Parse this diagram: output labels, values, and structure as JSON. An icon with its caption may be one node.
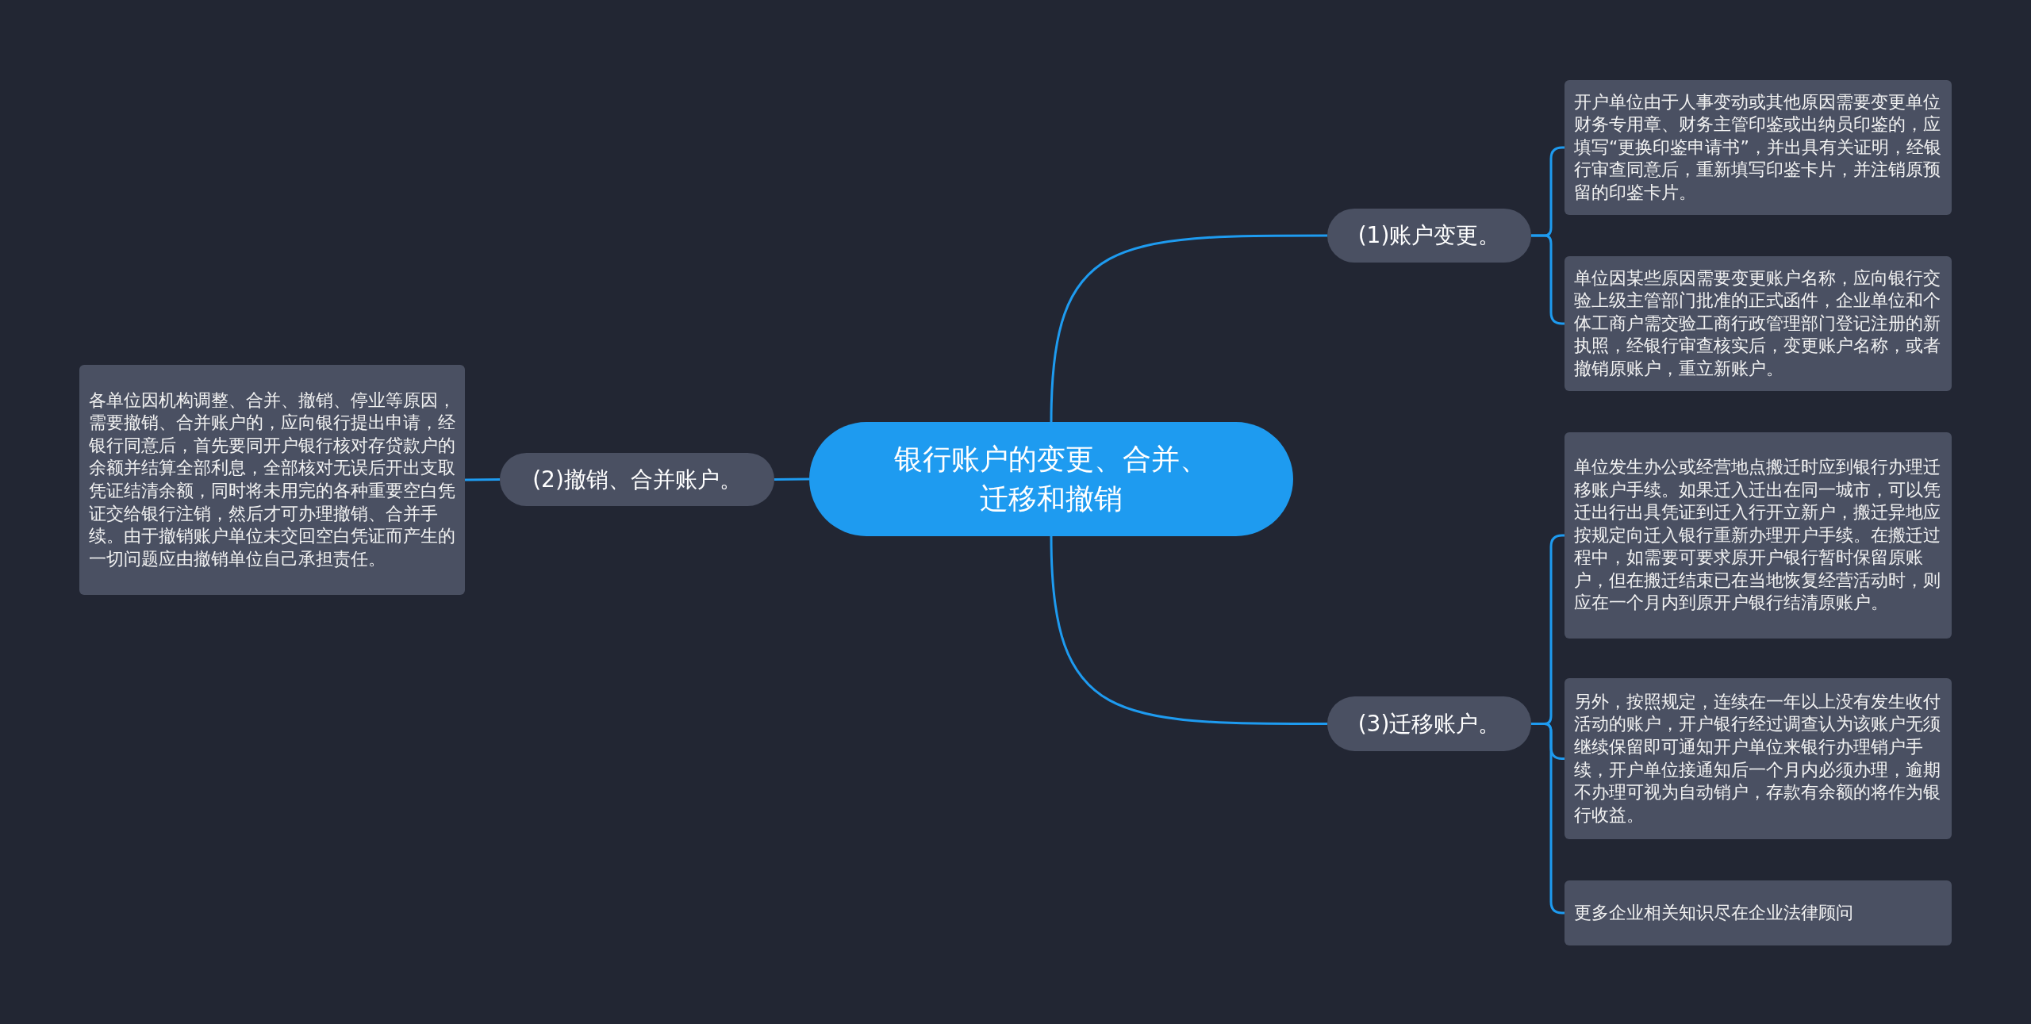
{
  "diagram": {
    "nodes": [
      {
        "text": [
          "银行账户的变更、合并、迁移和撤销"
        ]
      },
      {
        "text": [
          "(1)账户变更。"
        ]
      },
      {
        "text": [
          "开户单位由于人事变动或其他原因需要变更单位财务专用章、财务主管印鉴或出纳员印鉴的，应填写“更换印鉴申请书”，并出具有关证明，经银行审查同意后，重新填写印鉴卡片，并注销原预留的印鉴卡片。"
        ]
      },
      {
        "text": [
          "单位因某些原因需要变更账户名称，应向银行交验上级主管部门批准的正式函件，企业单位和个体工商户需交验工商行政管理部门登记注册的新执照，经银行审查核实后，变更账户名称，或者撤销原账户，重立新账户。"
        ]
      },
      {
        "text": [
          "(2)撤销、合并账户。"
        ]
      },
      {
        "text": [
          "各单位因机构调整、合并、撤销、停业等原因，需要撤销、合并账户的，应向银行提出申请，经银行同意后，首先要同开户银行核对存贷款户的余额并结算全部利息，全部核对无误后开出支取凭证结清余额，同时将未用完的各种重要空白凭证交给银行注销，然后才可办理撤销、合并手续。由于撤销账户单位未交回空白凭证而产生的一切问题应由撤销单位自己承担责任。"
        ]
      },
      {
        "text": [
          "(3)迁移账户。"
        ]
      },
      {
        "text": [
          "单位发生办公或经营地点搬迁时应到银行办理迁移账户手续。如果迁入迁出在同一城市，可以凭迁出行出具凭证到迁入行开立新户，搬迁异地应按规定向迁入银行重新办理开户手续。在搬迁过程中，如需要可要求原开户银行暂时保留原账户，但在搬迁结束已在当地恢复经营活动时，则应在一个月内到原开户银行结清原账户。"
        ]
      },
      {
        "text": [
          "另外，按照规定，连续在一年以上没有发生收付活动的账户，开户银行经过调查认为该账户无须继续保留即可通知开户单位来银行办理销户手续，开户单位接通知后一个月内必须办理，逾期不办理可视为自动销户，存款有余额的将作为银行收益。"
        ]
      },
      {
        "text": [
          "更多企业相关知识尽在企业法律顾问"
        ]
      }
    ],
    "edges": [
      {
        "from": 0,
        "to": 1,
        "arrow": "none"
      },
      {
        "from": 1,
        "to": 2,
        "arrow": "none"
      },
      {
        "from": 1,
        "to": 3,
        "arrow": "none"
      },
      {
        "from": 0,
        "to": 4,
        "arrow": "none"
      },
      {
        "from": 4,
        "to": 5,
        "arrow": "none"
      },
      {
        "from": 0,
        "to": 6,
        "arrow": "none"
      },
      {
        "from": 6,
        "to": 7,
        "arrow": "none"
      },
      {
        "from": 6,
        "to": 8,
        "arrow": "none"
      },
      {
        "from": 6,
        "to": 9,
        "arrow": "none"
      }
    ]
  }
}
